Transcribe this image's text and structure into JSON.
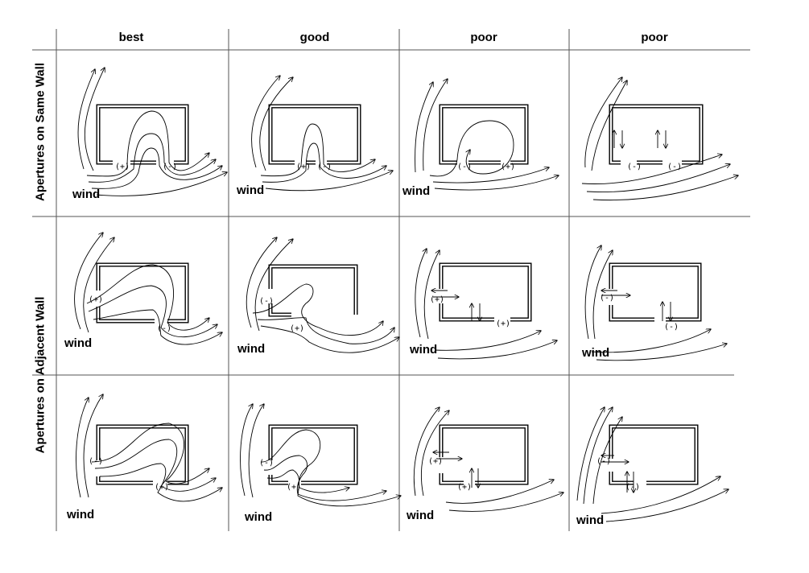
{
  "columns": [
    "best",
    "good",
    "poor",
    "poor"
  ],
  "row_groups": [
    "Apertures on Same Wall",
    "Apertures on Adjacent Wall"
  ],
  "wind_label": "wind",
  "cells": [
    {
      "rating": "best",
      "labels": [
        "(+)",
        "(-)"
      ]
    },
    {
      "rating": "good",
      "labels": [
        "(+)",
        "(-)"
      ]
    },
    {
      "rating": "poor",
      "labels": [
        "(-)",
        "(+)"
      ]
    },
    {
      "rating": "poor",
      "labels": [
        "(-)",
        "(-)"
      ]
    },
    {
      "rating": "best",
      "labels": [
        "(+)",
        "(-)"
      ]
    },
    {
      "rating": "good",
      "labels": [
        "(-)",
        "(+)"
      ]
    },
    {
      "rating": "poor",
      "labels": [
        "(+)",
        "(+)"
      ]
    },
    {
      "rating": "poor",
      "labels": [
        "(-)",
        "(-)"
      ]
    },
    {
      "rating": "best",
      "labels": [
        "(-)",
        "(+)"
      ]
    },
    {
      "rating": "good",
      "labels": [
        "(-)",
        "(+)"
      ]
    },
    {
      "rating": "poor",
      "labels": [
        "(+)",
        "(+)"
      ]
    },
    {
      "rating": "poor",
      "labels": [
        "(-)",
        "(-)"
      ]
    }
  ]
}
